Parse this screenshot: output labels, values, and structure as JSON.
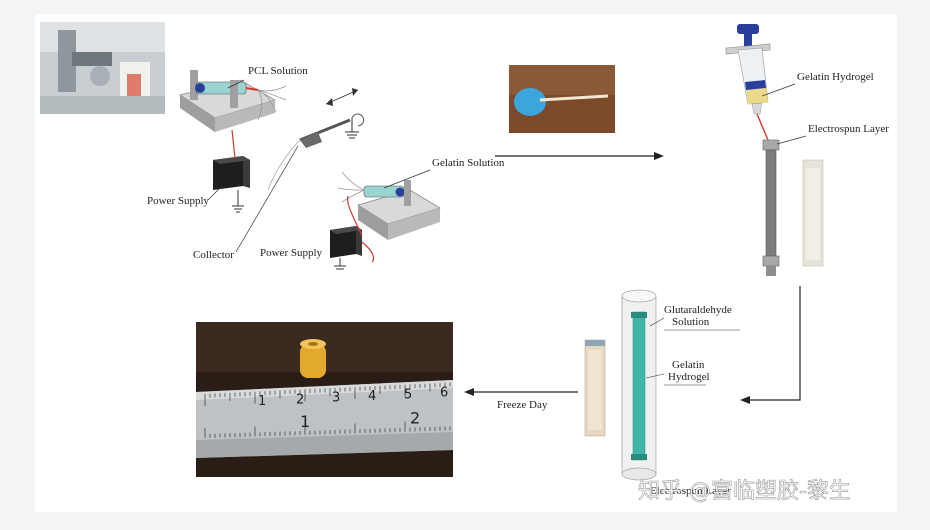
{
  "labels": {
    "pcl_solution": "PCL Solution",
    "power_supply_1": "Power Supply",
    "collector": "Collector",
    "power_supply_2": "Power Supply",
    "gelatin_solution": "Gelatin Solution",
    "gelatin_hydrogel_top": "Gelatin Hydrogel",
    "electrospun_layer": "Electrospun Layer",
    "glutaraldehyde_line1": "Glutaraldehyde",
    "glutaraldehyde_line2": "Solution",
    "gelatin_hydrogel_mid_line1": "Gelatin",
    "gelatin_hydrogel_mid_line2": "Hydrogel",
    "freeze_day": "Freeze Day",
    "bottom_partial": "Electrospun Layer"
  },
  "ruler_numbers": [
    "1",
    "2",
    "3",
    "4",
    "5",
    "6",
    "1",
    "2"
  ],
  "watermark": "知乎 @富临塑胶-黎生",
  "colors": {
    "background": "#f4f4f4",
    "panel": "#ffffff",
    "syringe_blue": "#2a3f9c",
    "fiber_red": "#d33a2c",
    "teal": "#3fb6a8",
    "gray_base": "#8e8e8e"
  }
}
